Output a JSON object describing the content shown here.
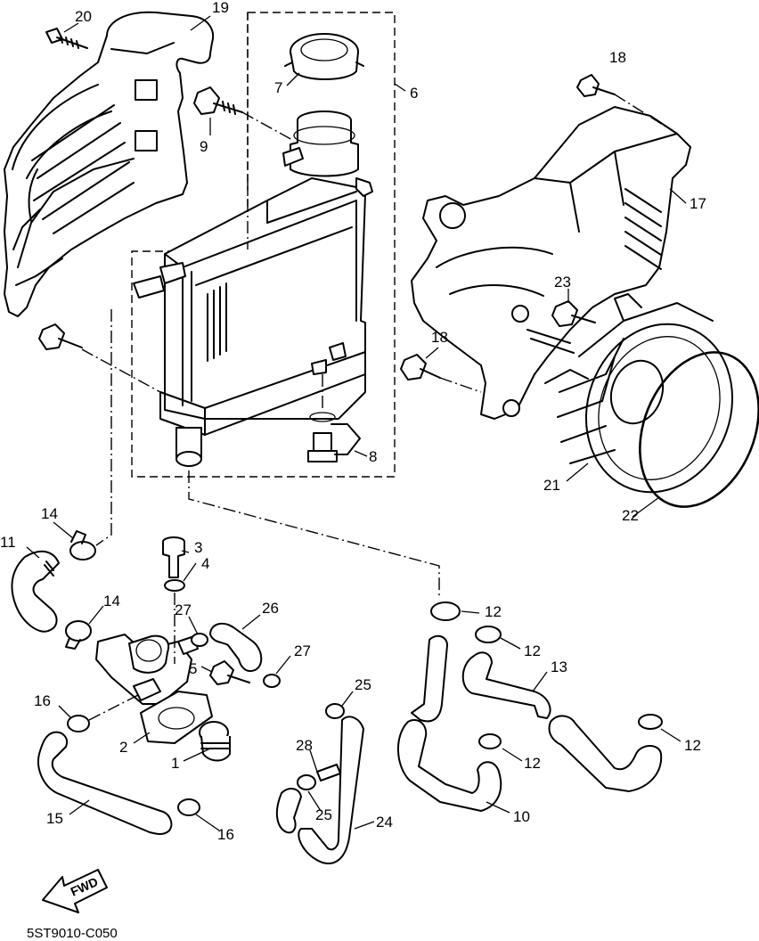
{
  "diagram": {
    "drawing_code": "5ST9010-C050",
    "direction_badge": "FWD",
    "callouts": [
      {
        "id": "c20",
        "label": "20"
      },
      {
        "id": "c19",
        "label": "19"
      },
      {
        "id": "c7",
        "label": "7"
      },
      {
        "id": "c6",
        "label": "6"
      },
      {
        "id": "c9",
        "label": "9"
      },
      {
        "id": "c18a",
        "label": "18"
      },
      {
        "id": "c17",
        "label": "17"
      },
      {
        "id": "c23",
        "label": "23"
      },
      {
        "id": "c18b",
        "label": "18"
      },
      {
        "id": "c8",
        "label": "8"
      },
      {
        "id": "c21",
        "label": "21"
      },
      {
        "id": "c22",
        "label": "22"
      },
      {
        "id": "c14a",
        "label": "14"
      },
      {
        "id": "c11",
        "label": "11"
      },
      {
        "id": "c3",
        "label": "3"
      },
      {
        "id": "c4",
        "label": "4"
      },
      {
        "id": "c14b",
        "label": "14"
      },
      {
        "id": "c27a",
        "label": "27"
      },
      {
        "id": "c26",
        "label": "26"
      },
      {
        "id": "c12a",
        "label": "12"
      },
      {
        "id": "c12b",
        "label": "12"
      },
      {
        "id": "c27b",
        "label": "27"
      },
      {
        "id": "c5",
        "label": "5"
      },
      {
        "id": "c13",
        "label": "13"
      },
      {
        "id": "c16a",
        "label": "16"
      },
      {
        "id": "c25a",
        "label": "25"
      },
      {
        "id": "c2",
        "label": "2"
      },
      {
        "id": "c12c",
        "label": "12"
      },
      {
        "id": "c28",
        "label": "28"
      },
      {
        "id": "c1",
        "label": "1"
      },
      {
        "id": "c12d",
        "label": "12"
      },
      {
        "id": "c15",
        "label": "15"
      },
      {
        "id": "c25b",
        "label": "25"
      },
      {
        "id": "c10",
        "label": "10"
      },
      {
        "id": "c24",
        "label": "24"
      },
      {
        "id": "c16b",
        "label": "16"
      }
    ]
  }
}
